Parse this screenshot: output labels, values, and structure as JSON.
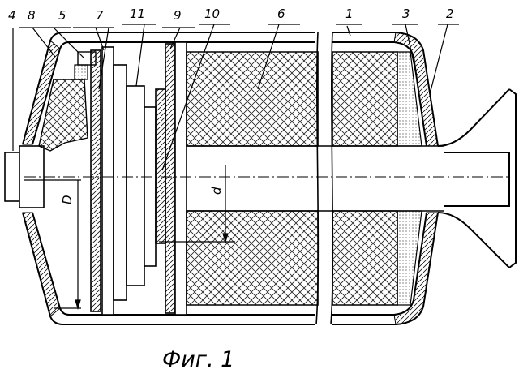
{
  "figure": {
    "labels": {
      "l4": "4",
      "l8": "8",
      "l5": "5",
      "l7": "7",
      "l11": "11",
      "l9": "9",
      "l10": "10",
      "l6": "6",
      "l1": "1",
      "l3": "3",
      "l2": "2"
    },
    "dim_D": "D",
    "dim_d": "d",
    "caption": "Фиг. 1"
  }
}
